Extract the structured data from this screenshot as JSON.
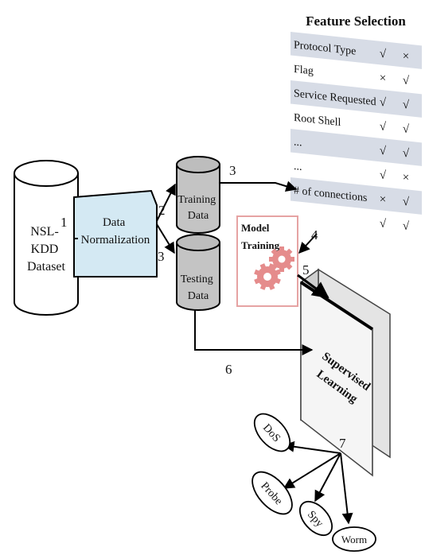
{
  "colors": {
    "cylinder_fill": "#ffffff",
    "cylinder_gray": "#bdbdbd",
    "normalization_fill": "#d4e9f3",
    "table_stripe": "#d7dce6",
    "table_text": "#2b2b2b",
    "model_border": "#e6a3a3",
    "gear": "#e58c8c",
    "box_front": "#f5f5f5",
    "box_side": "#e4e4e4",
    "line": "#000000"
  },
  "nodes": {
    "dataset": [
      "NSL-",
      "KDD",
      "Dataset"
    ],
    "normalization": [
      "Data",
      "Normalization"
    ],
    "training": [
      "Training",
      "Data"
    ],
    "testing": [
      "Testing",
      "Data"
    ],
    "model": [
      "Model",
      "Training"
    ],
    "supervised": [
      "Supervised",
      "Learning"
    ]
  },
  "feature_selection": {
    "title": "Feature Selection",
    "rows": [
      {
        "feature": "Protocol Type",
        "c1": "√",
        "c2": "×"
      },
      {
        "feature": "Flag",
        "c1": "×",
        "c2": "√"
      },
      {
        "feature": "Service Requested",
        "c1": "√",
        "c2": "√"
      },
      {
        "feature": "Root Shell",
        "c1": "√",
        "c2": "√"
      },
      {
        "feature": "...",
        "c1": "√",
        "c2": "√"
      },
      {
        "feature": "...",
        "c1": "√",
        "c2": "×"
      },
      {
        "feature": "# of connections",
        "c1": "×",
        "c2": "√"
      },
      {
        "feature": "",
        "c1": "√",
        "c2": "√"
      }
    ]
  },
  "step_labels": [
    "1",
    "2",
    "3",
    "3",
    "4",
    "5",
    "6",
    "7"
  ],
  "outputs": [
    "DoS",
    "Probe",
    "Spy",
    "Worm"
  ],
  "icons": [
    "database-cylinder-icon",
    "gears-icon"
  ]
}
